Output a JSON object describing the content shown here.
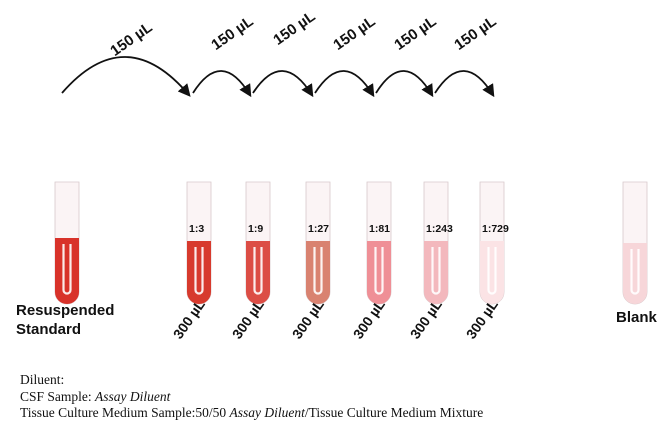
{
  "colors": {
    "arrow": "#111111",
    "standard": "#d8322a",
    "blank": "#f7d6d9",
    "tube_glass": "#fbf4f5",
    "tube_edge": "#d8c9cb",
    "text": "#111111"
  },
  "standard": {
    "label_line1": "Resuspended",
    "label_line2": "Standard",
    "fill_color": "#d8322a"
  },
  "transfer_volume": "150 µL",
  "transfers": [
    "150 µL",
    "150 µL",
    "150 µL",
    "150 µL",
    "150 µL",
    "150 µL"
  ],
  "dilution_tubes": [
    {
      "ratio": "1:3",
      "volume": "300 µL",
      "fill_color": "#d73a2d"
    },
    {
      "ratio": "1:9",
      "volume": "300 µL",
      "fill_color": "#dc4d45"
    },
    {
      "ratio": "1:27",
      "volume": "300 µL",
      "fill_color": "#d98270"
    },
    {
      "ratio": "1:81",
      "volume": "300 µL",
      "fill_color": "#ef8f96"
    },
    {
      "ratio": "1:243",
      "volume": "300 µL",
      "fill_color": "#f3b8bd"
    },
    {
      "ratio": "1:729",
      "volume": "300 µL",
      "fill_color": "#fbe3e5"
    }
  ],
  "blank": {
    "label": "Blank",
    "fill_color": "#f7d6d9"
  },
  "caption": {
    "line1": "Diluent:",
    "csf_prefix": "CSF Sample: ",
    "csf_value": "Assay Diluent",
    "tcm_prefix": "Tissue Culture Medium Sample:50/50 ",
    "tcm_italic": "Assay Diluent",
    "tcm_suffix": "/Tissue Culture Medium Mixture"
  }
}
